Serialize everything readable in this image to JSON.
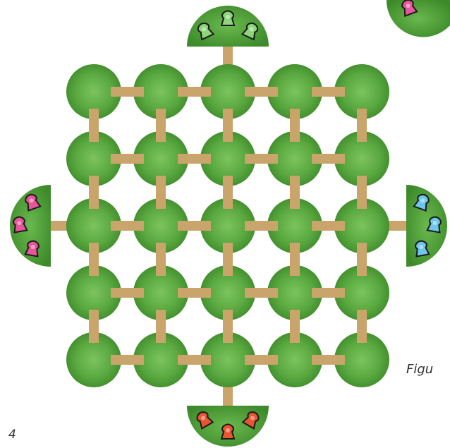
{
  "board": {
    "grid_rows": 5,
    "grid_cols": 5,
    "colors": {
      "space_light": "#6ab84e",
      "space_dark": "#3d8a2a",
      "path": "#c9a56b",
      "home_base": "#4e9a38",
      "piece_outline": "#1a1a1a"
    },
    "home_bases": [
      {
        "side": "top",
        "piece_color": "#8ed47a",
        "piece_count": 3
      },
      {
        "side": "left",
        "piece_color": "#e8559a",
        "piece_count": 3
      },
      {
        "side": "right",
        "piece_color": "#6ec6ec",
        "piece_count": 3
      },
      {
        "side": "bottom",
        "piece_color": "#e8552e",
        "piece_count": 3
      }
    ],
    "partial_base_top_right": {
      "piece_color": "#e8559a"
    }
  },
  "labels": {
    "page_number": "4",
    "figure_caption": "Figu"
  }
}
